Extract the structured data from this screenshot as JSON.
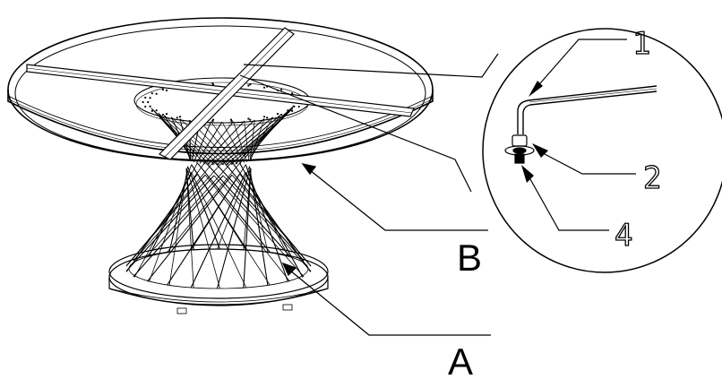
{
  "diagram": {
    "labels": {
      "assembly_a": "A",
      "assembly_b": "B"
    },
    "detail_callouts": [
      "1",
      "2",
      "4"
    ]
  }
}
